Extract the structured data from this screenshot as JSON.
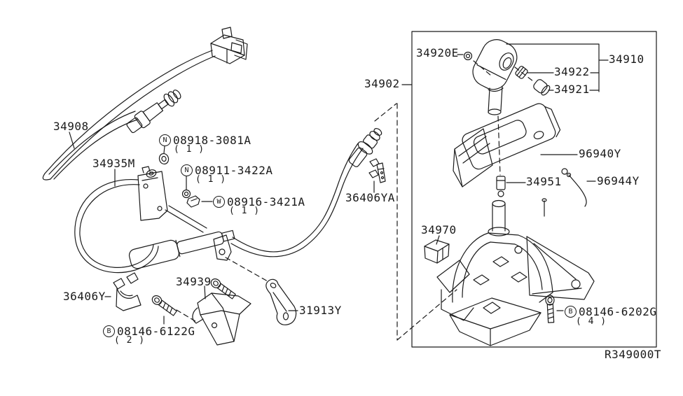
{
  "figure": {
    "ref_code": "R349000T",
    "ink_color": "#1a1a1a",
    "background": "#ffffff",
    "description_labels": "auto transmission control device part numbers"
  },
  "part_labels": {
    "p34920e": "34920E",
    "p34910": "34910",
    "p34922": "34922",
    "p34921": "34921",
    "p34902": "34902",
    "p96940y": "96940Y",
    "p34951": "34951",
    "p96944y": "96944Y",
    "p34970": "34970",
    "p36406ya": "36406YA",
    "p34908": "34908",
    "p34935m": "34935M",
    "p36406y": "36406Y",
    "p34939": "34939",
    "p31913y": "31913Y"
  },
  "hardware_labels": {
    "nut_08918": {
      "symbol": "N",
      "part_number": "08918-3081A",
      "qty": "( 1 )"
    },
    "nut_08911": {
      "symbol": "N",
      "part_number": "08911-3422A",
      "qty": "( 1 )"
    },
    "washer_08916": {
      "symbol": "W",
      "part_number": "08916-3421A",
      "qty": "( 1 )"
    },
    "bolt_6122g": {
      "symbol": "B",
      "part_number": "08146-6122G",
      "qty": "( 2 )"
    },
    "bolt_6202g": {
      "symbol": "B",
      "part_number": "08146-6202G",
      "qty": "( 4 )"
    }
  }
}
